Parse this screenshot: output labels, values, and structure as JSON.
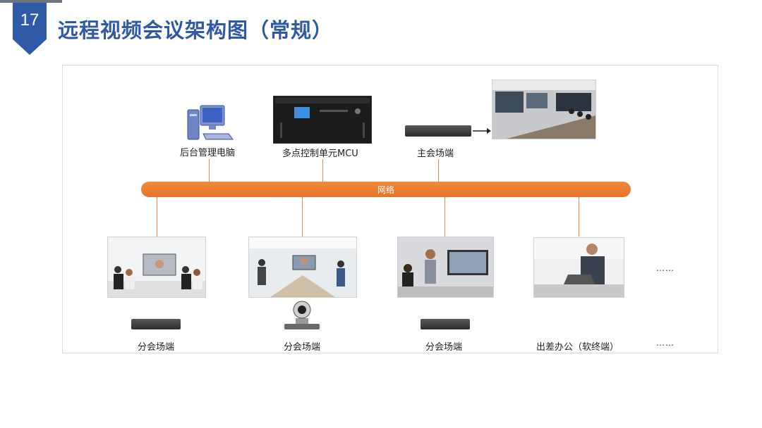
{
  "slide": {
    "number": "17",
    "title": "远程视频会议架构图（常规）"
  },
  "top": {
    "pc_label": "后台管理电脑",
    "mcu_label": "多点控制单元MCU",
    "main_label": "主会场端"
  },
  "network": {
    "label": "网络"
  },
  "branches": [
    {
      "label": "分会场端"
    },
    {
      "label": "分会场端"
    },
    {
      "label": "分会场端"
    },
    {
      "label": "出差办公（软终端）"
    }
  ],
  "more": {
    "top": "……",
    "bottom": "……"
  },
  "colors": {
    "accent": "#2f5aa8",
    "network": "#ee7f33"
  }
}
